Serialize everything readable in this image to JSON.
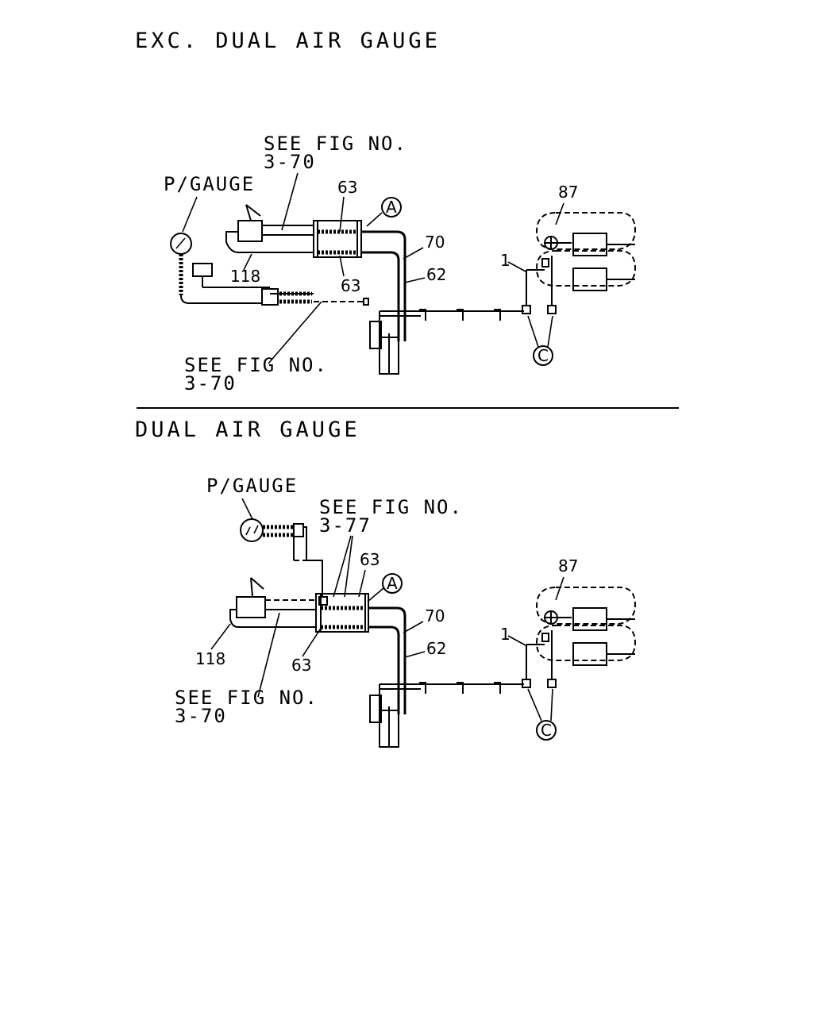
{
  "sections": [
    {
      "title": "EXC. DUAL AIR GAUGE",
      "labels": {
        "see_fig_top_1": "SEE FIG NO.",
        "see_fig_top_2": "3-70",
        "pgauge": "P/GAUGE",
        "see_fig_bottom_1": "SEE FIG NO.",
        "see_fig_bottom_2": "3-70"
      },
      "callouts": {
        "c63a": "63",
        "c63b": "63",
        "c118": "118",
        "c70": "70",
        "c62": "62",
        "c1": "1",
        "c87": "87",
        "circle_a": "A",
        "circle_c": "C"
      }
    },
    {
      "title": "DUAL AIR GAUGE",
      "labels": {
        "pgauge": "P/GAUGE",
        "see_fig_top_1": "SEE FIG NO.",
        "see_fig_top_2": "3-77",
        "see_fig_bottom_1": "SEE FIG NO.",
        "see_fig_bottom_2": "3-70"
      },
      "callouts": {
        "c63a": "63",
        "c63b": "63",
        "c118": "118",
        "c70": "70",
        "c62": "62",
        "c1": "1",
        "c87": "87",
        "circle_a": "A",
        "circle_c": "C"
      }
    }
  ]
}
